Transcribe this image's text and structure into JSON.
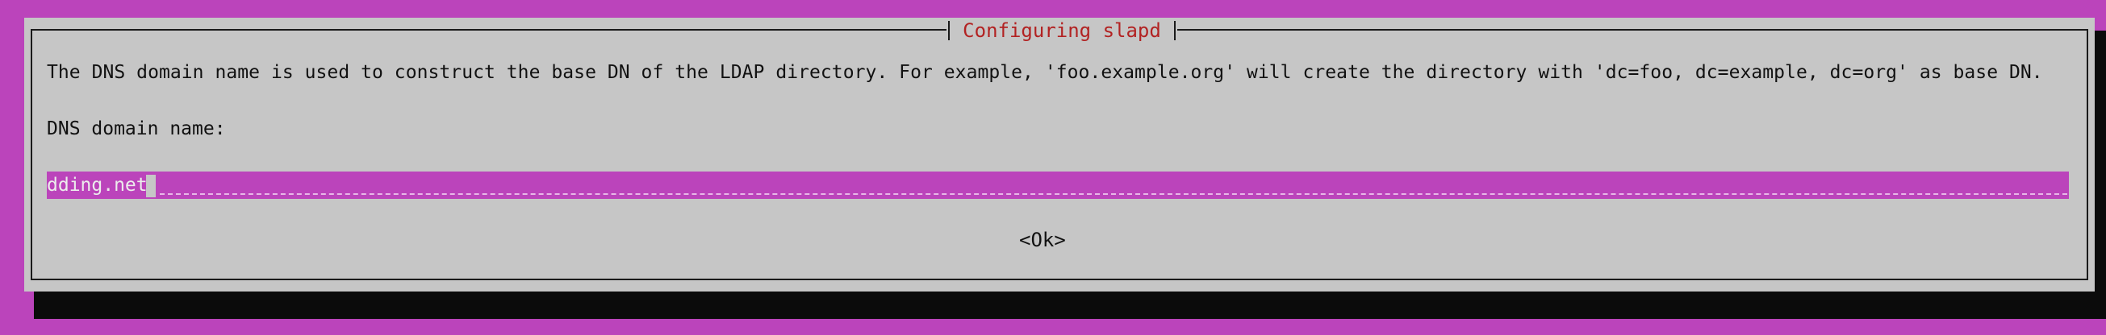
{
  "dialog": {
    "title": "Configuring slapd",
    "description": "The DNS domain name is used to construct the base DN of the LDAP directory. For example, 'foo.example.org' will create the directory with 'dc=foo, dc=example, dc=org' as base DN.",
    "field_label": "DNS domain name:",
    "field_value": "dding.net",
    "ok_label": "<Ok>"
  },
  "colors": {
    "background": "#bb44bb",
    "dialog": "#c6c6c6",
    "title": "#b22222",
    "input": "#bb44bb",
    "shadow": "#0b0b0b"
  }
}
